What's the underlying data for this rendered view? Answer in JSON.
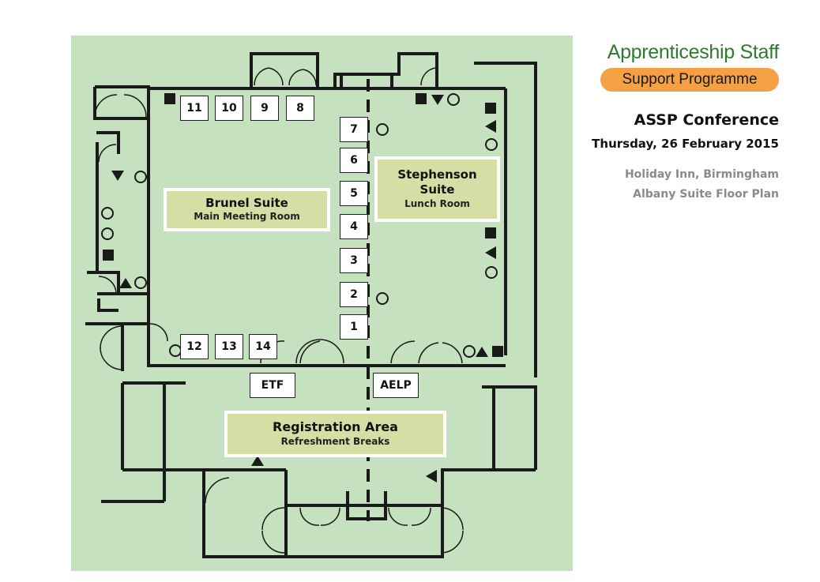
{
  "header": {
    "brand_title": "Apprenticeship Staff",
    "brand_subtitle": "Support Programme",
    "conference": "ASSP Conference",
    "date": "Thursday, 26 February 2015",
    "venue": "Holiday Inn, Birmingham",
    "plan_name": "Albany Suite Floor Plan"
  },
  "rooms": {
    "brunel": {
      "title": "Brunel Suite",
      "subtitle": "Main Meeting Room"
    },
    "stephenson": {
      "title": "Stephenson Suite",
      "subtitle": "Lunch Room"
    },
    "registration": {
      "title": "Registration Area",
      "subtitle": "Refreshment Breaks"
    }
  },
  "booths": {
    "b1": "1",
    "b2": "2",
    "b3": "3",
    "b4": "4",
    "b5": "5",
    "b6": "6",
    "b7": "7",
    "b8": "8",
    "b9": "9",
    "b10": "10",
    "b11": "11",
    "b12": "12",
    "b13": "13",
    "b14": "14",
    "etf": "ETF",
    "aelp": "AELP"
  },
  "colors": {
    "floor": "#c6e1bf",
    "walls": "#1a1a1a",
    "room_label": "#d5dea5",
    "brand_green": "#2f7a2f",
    "brand_orange": "#f5a044"
  }
}
